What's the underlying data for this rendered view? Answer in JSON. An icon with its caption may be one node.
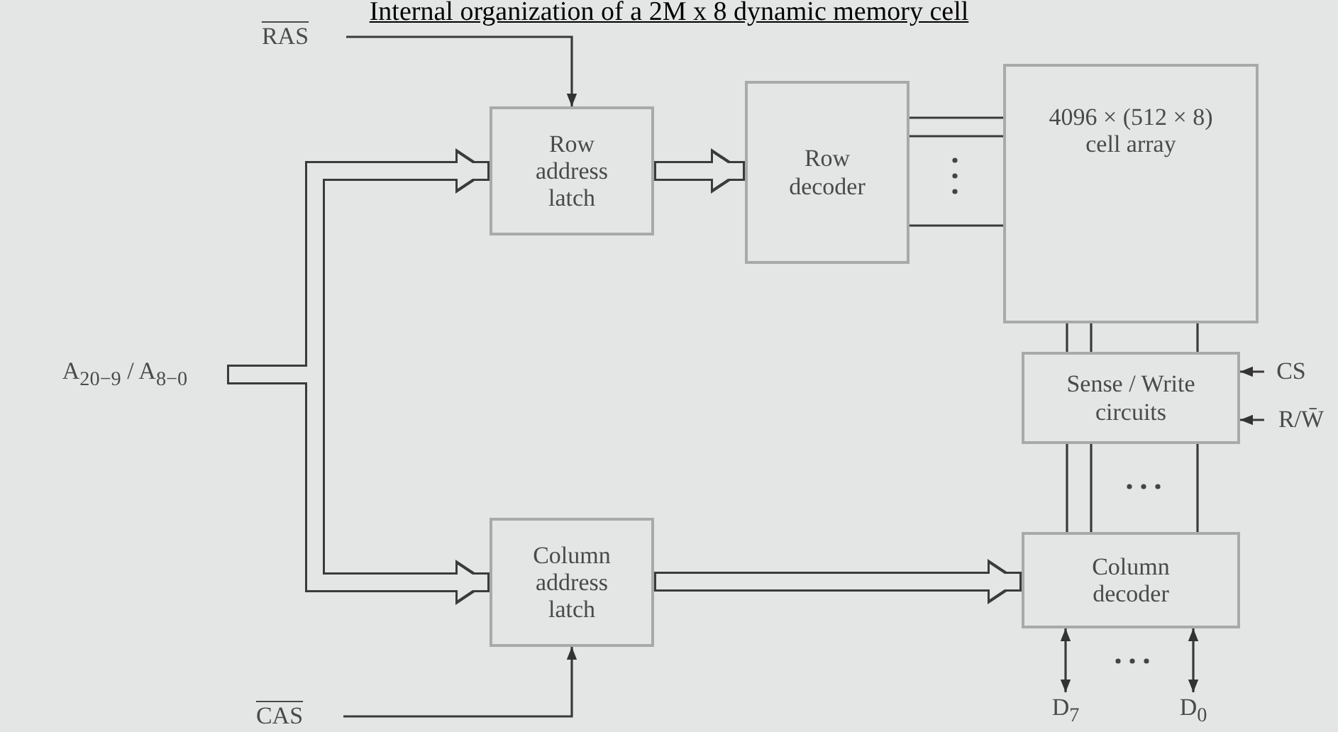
{
  "diagram": {
    "title": "Internal organization of a 2M x 8 dynamic memory cell",
    "nodes": [
      {
        "text": [
          "RAS"
        ]
      },
      {
        "text": [
          "Row address latch"
        ]
      },
      {
        "text": [
          "Row decoder"
        ]
      },
      {
        "text": [
          "4096 × (512 × 8) cell array"
        ]
      },
      {
        "text": [
          "A$_{20−9}$ / A$_{8−0}$"
        ]
      },
      {
        "text": [
          "Sense / Write circuits"
        ]
      },
      {
        "text": [
          "CS"
        ]
      },
      {
        "text": [
          "R/W̄"
        ]
      },
      {
        "text": [
          "Column address latch"
        ]
      },
      {
        "text": [
          "CAS"
        ]
      },
      {
        "text": [
          "Column decoder"
        ]
      },
      {
        "text": [
          "D$_{7}$"
        ]
      },
      {
        "text": [
          "D$_{0}$"
        ]
      }
    ],
    "edges": [
      {
        "from": 0,
        "to": 1,
        "arrow": "to"
      },
      {
        "from": 4,
        "to": 1,
        "arrow": "to",
        "style": "thick"
      },
      {
        "from": 1,
        "to": 2,
        "arrow": "to",
        "style": "thick"
      },
      {
        "from": 2,
        "to": 3,
        "arrow": "none"
      },
      {
        "from": 3,
        "to": 5,
        "arrow": "none"
      },
      {
        "from": 6,
        "to": 5,
        "arrow": "to"
      },
      {
        "from": 7,
        "to": 5,
        "arrow": "to"
      },
      {
        "from": 5,
        "to": 10,
        "arrow": "none"
      },
      {
        "from": 4,
        "to": 8,
        "arrow": "to",
        "style": "thick"
      },
      {
        "from": 8,
        "to": 10,
        "arrow": "to",
        "style": "thick"
      },
      {
        "from": 9,
        "to": 8,
        "arrow": "to"
      },
      {
        "from": 10,
        "to": 11,
        "arrow": "both"
      },
      {
        "from": 10,
        "to": 12,
        "arrow": "both"
      }
    ]
  }
}
